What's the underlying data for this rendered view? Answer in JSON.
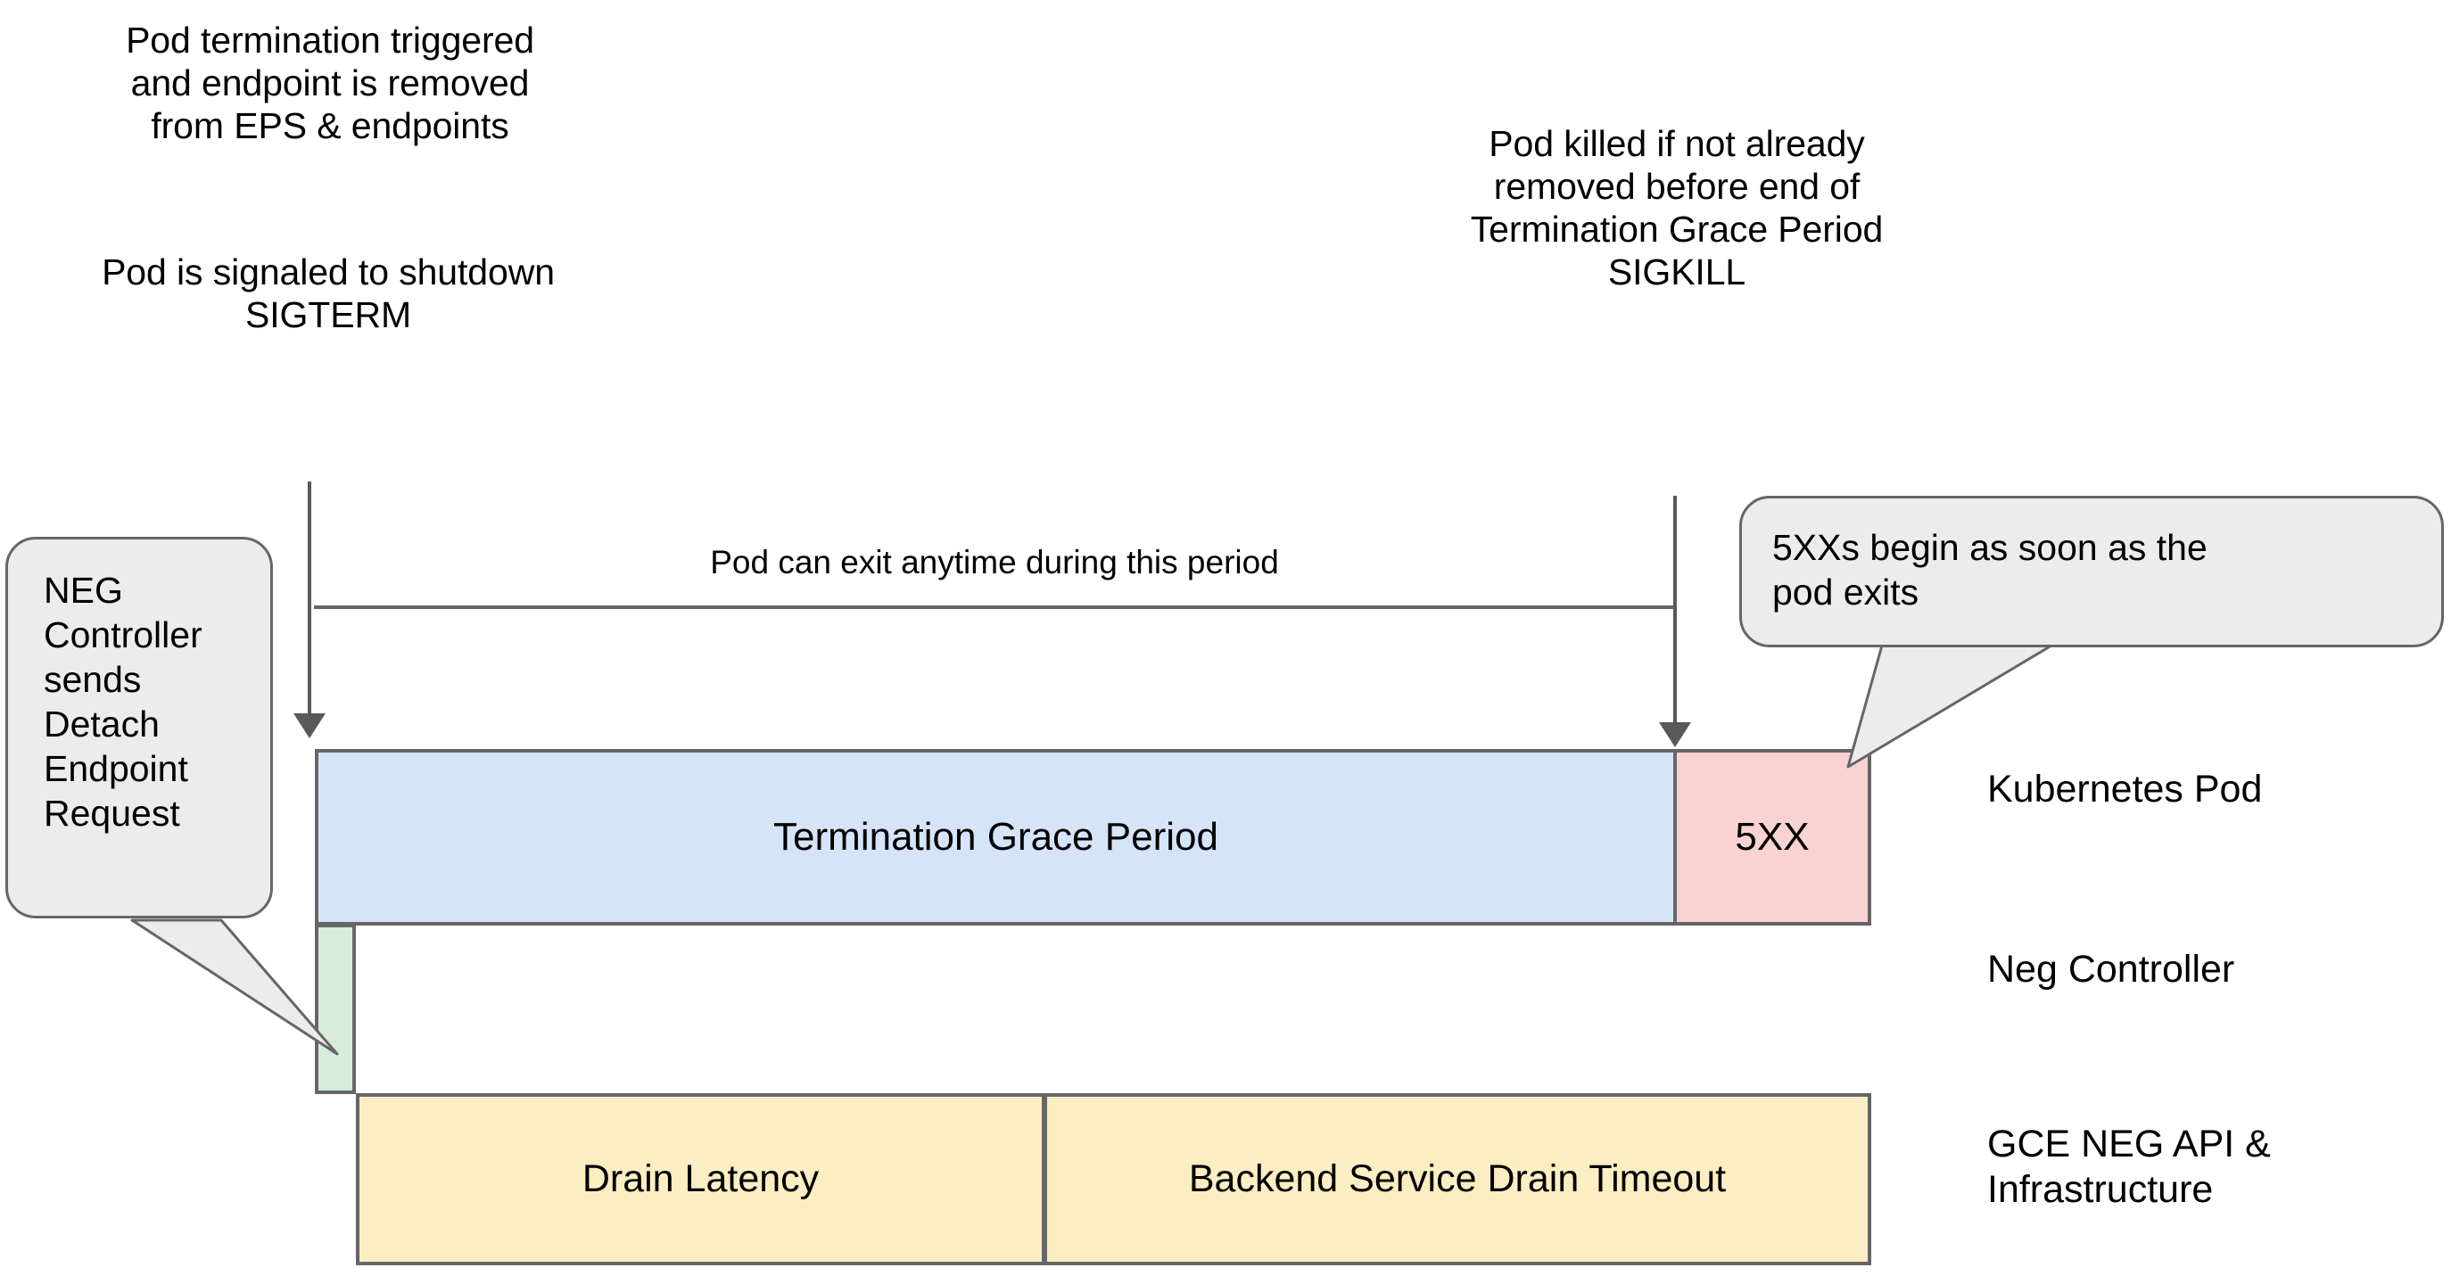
{
  "notes": {
    "termination_triggered": "Pod termination triggered\nand endpoint is removed\nfrom EPS & endpoints",
    "sigterm": "Pod is signaled to shutdown\nSIGTERM",
    "sigkill": "Pod killed if not already\nremoved before end of\nTermination Grace Period\nSIGKILL"
  },
  "span": {
    "caption": "Pod can exit anytime during this period"
  },
  "lanes": {
    "kubernetes_pod": {
      "label": "Kubernetes Pod",
      "segments": [
        {
          "name": "termination-grace-period",
          "label": "Termination Grace Period",
          "color": "#d6e4f8"
        },
        {
          "name": "5xx",
          "label": "5XX",
          "color": "#f9d2d2"
        }
      ]
    },
    "neg_controller": {
      "label": "Neg Controller",
      "segments": [
        {
          "name": "detach-window",
          "label": "",
          "color": "#d8ecdb"
        }
      ]
    },
    "gce_neg_api": {
      "label": "GCE NEG API &\nInfrastructure",
      "segments": [
        {
          "name": "drain-latency",
          "label": "Drain Latency",
          "color": "#fbeec2"
        },
        {
          "name": "backend-service-drain-timeout",
          "label": "Backend Service Drain Timeout",
          "color": "#fbeec2"
        }
      ]
    }
  },
  "callouts": {
    "neg_controller": "NEG\nController\nsends\nDetach\nEndpoint\nRequest",
    "five_xx": "5XXs begin as soon as the\npod exits"
  },
  "colors": {
    "blue_fill": "#d6e4f8",
    "pink_fill": "#f9d2d2",
    "green_fill": "#d8ecdb",
    "yellow_fill": "#fbeec2",
    "callout_fill": "#ececec",
    "stroke": "#666666",
    "arrow": "#595959",
    "text": "#000000",
    "background": "#ffffff"
  }
}
